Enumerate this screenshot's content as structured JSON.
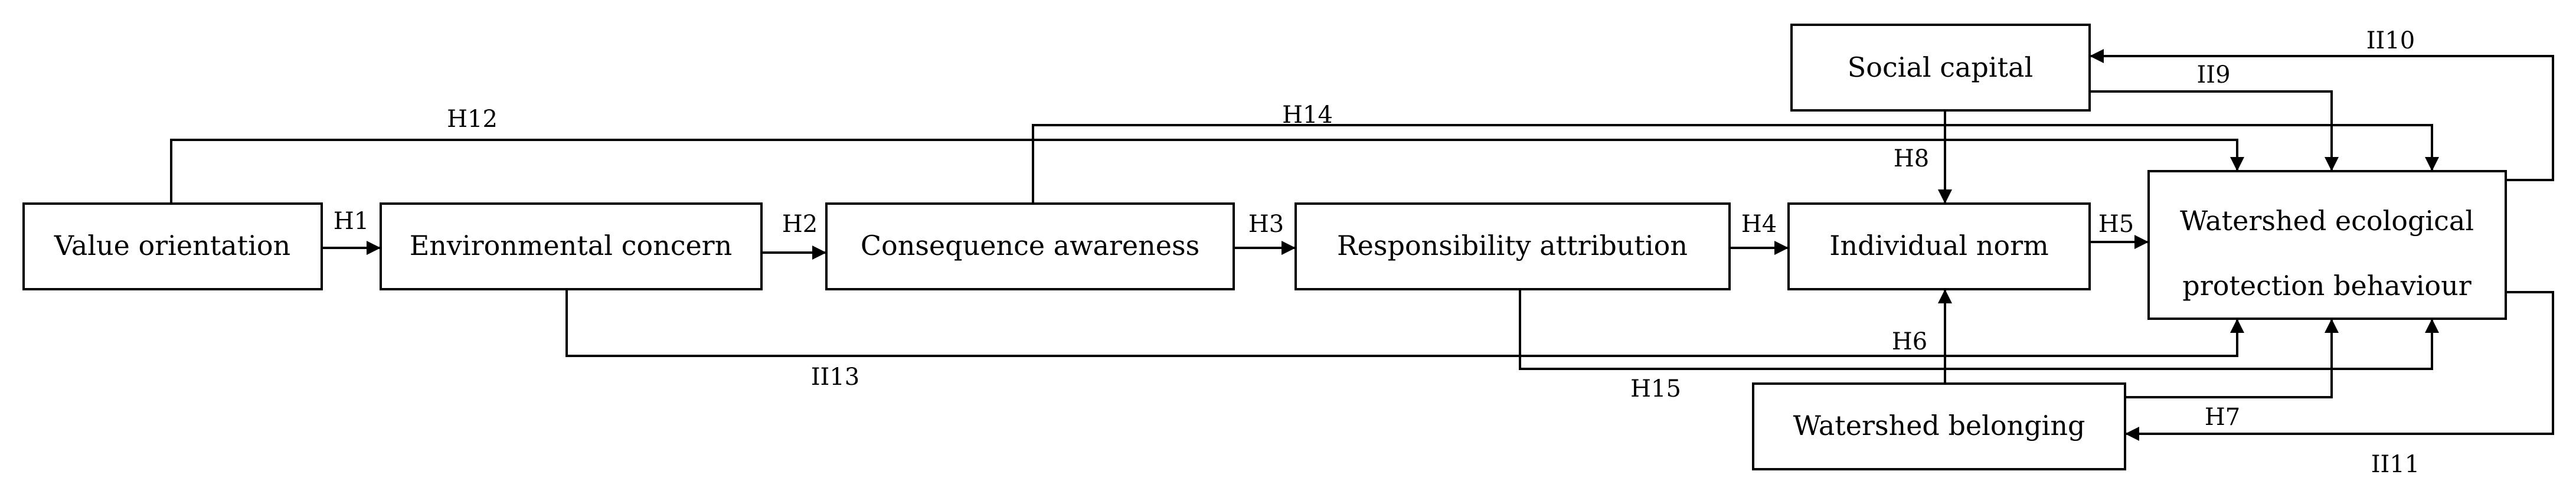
{
  "nodes": {
    "value_orientation": "Value orientation",
    "environmental_concern": "Environmental concern",
    "consequence_awareness": "Consequence awareness",
    "responsibility_attribution": "Responsibility attribution",
    "individual_norm": "Individual norm",
    "watershed_behaviour_line1": "Watershed ecological",
    "watershed_behaviour_line2": "protection behaviour",
    "social_capital": "Social capital",
    "watershed_belonging": "Watershed belonging"
  },
  "hypotheses": {
    "h1": "H1",
    "h2": "H2",
    "h3": "H3",
    "h4": "H4",
    "h5": "H5",
    "h6": "H6",
    "h7": "H7",
    "h8": "H8",
    "h9": "II9",
    "h10": "II10",
    "h11": "II11",
    "h12": "H12",
    "h13": "II13",
    "h14": "H14",
    "h15": "H15"
  },
  "colors": {
    "stroke": "#000000",
    "background": "#ffffff"
  }
}
